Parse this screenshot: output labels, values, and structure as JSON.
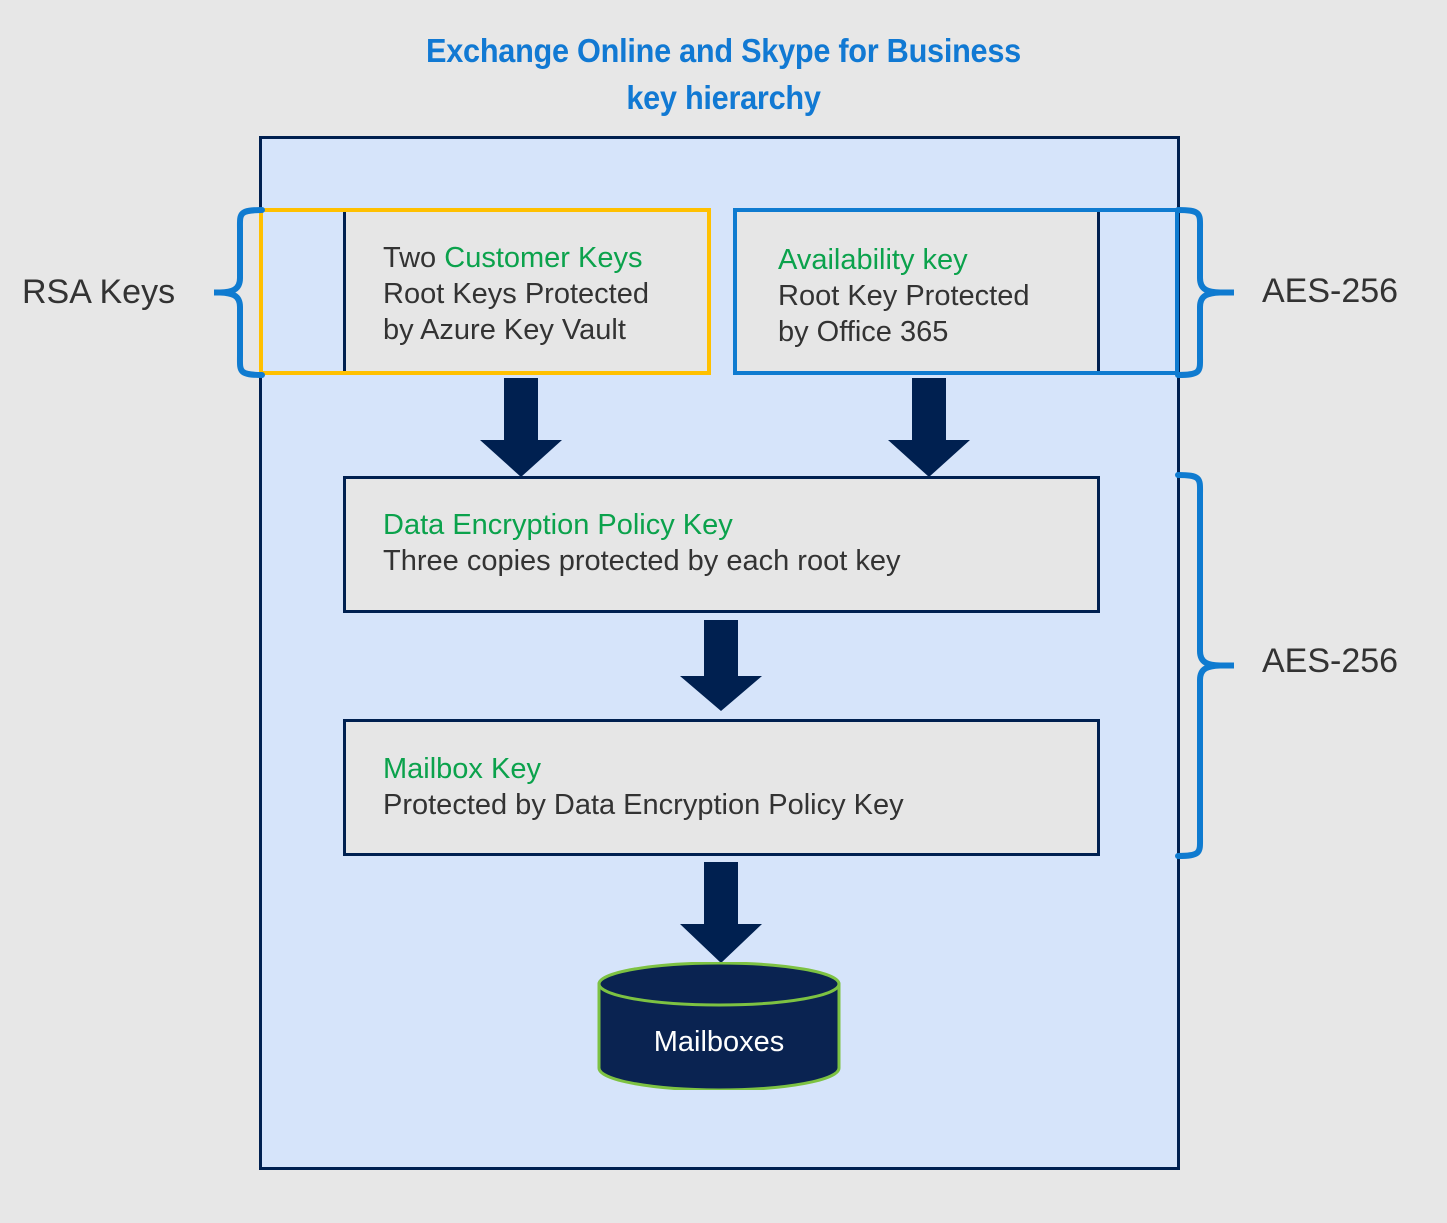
{
  "diagram": {
    "title_line1": "Exchange Online and Skype for Business",
    "title_line2": "key hierarchy",
    "colors": {
      "background": "#E7E7E7",
      "panel_fill": "#D6E4FA",
      "panel_border": "#002050",
      "title_blue": "#1179D3",
      "accent_green": "#0BA24C",
      "outline_yellow": "#FFC000",
      "outline_blue": "#0F7BD0",
      "brace_blue": "#0F7BD0",
      "box_fill": "#E6E6E6",
      "arrow_navy": "#002050",
      "cylinder_fill": "#0A2351",
      "cylinder_stroke": "#7DC242",
      "text_dark": "#333333"
    }
  },
  "braces": {
    "left": {
      "label": "RSA Keys"
    },
    "right_top": {
      "label": "AES-256"
    },
    "right_bottom": {
      "label": "AES-256"
    }
  },
  "boxes": {
    "customer_keys": {
      "title": "Customer Keys",
      "prefix": "Two ",
      "line2": "Root Keys Protected",
      "line3": "by Azure Key Vault",
      "outline_color": "#FFC000"
    },
    "availability_key": {
      "title": "Availability key",
      "line2": "Root Key Protected",
      "line3": "by Office 365",
      "outline_color": "#0F7BD0"
    },
    "dep_key": {
      "title": "Data Encryption Policy Key",
      "line2": "Three copies protected by each root key"
    },
    "mailbox_key": {
      "title": "Mailbox Key",
      "line2": "Protected by Data Encryption Policy Key"
    },
    "mailboxes": {
      "label": "Mailboxes"
    }
  },
  "arrows": [
    {
      "name": "arrow-customer-to-dep"
    },
    {
      "name": "arrow-availability-to-dep"
    },
    {
      "name": "arrow-dep-to-mailbox"
    },
    {
      "name": "arrow-mailbox-to-mailboxes"
    }
  ]
}
